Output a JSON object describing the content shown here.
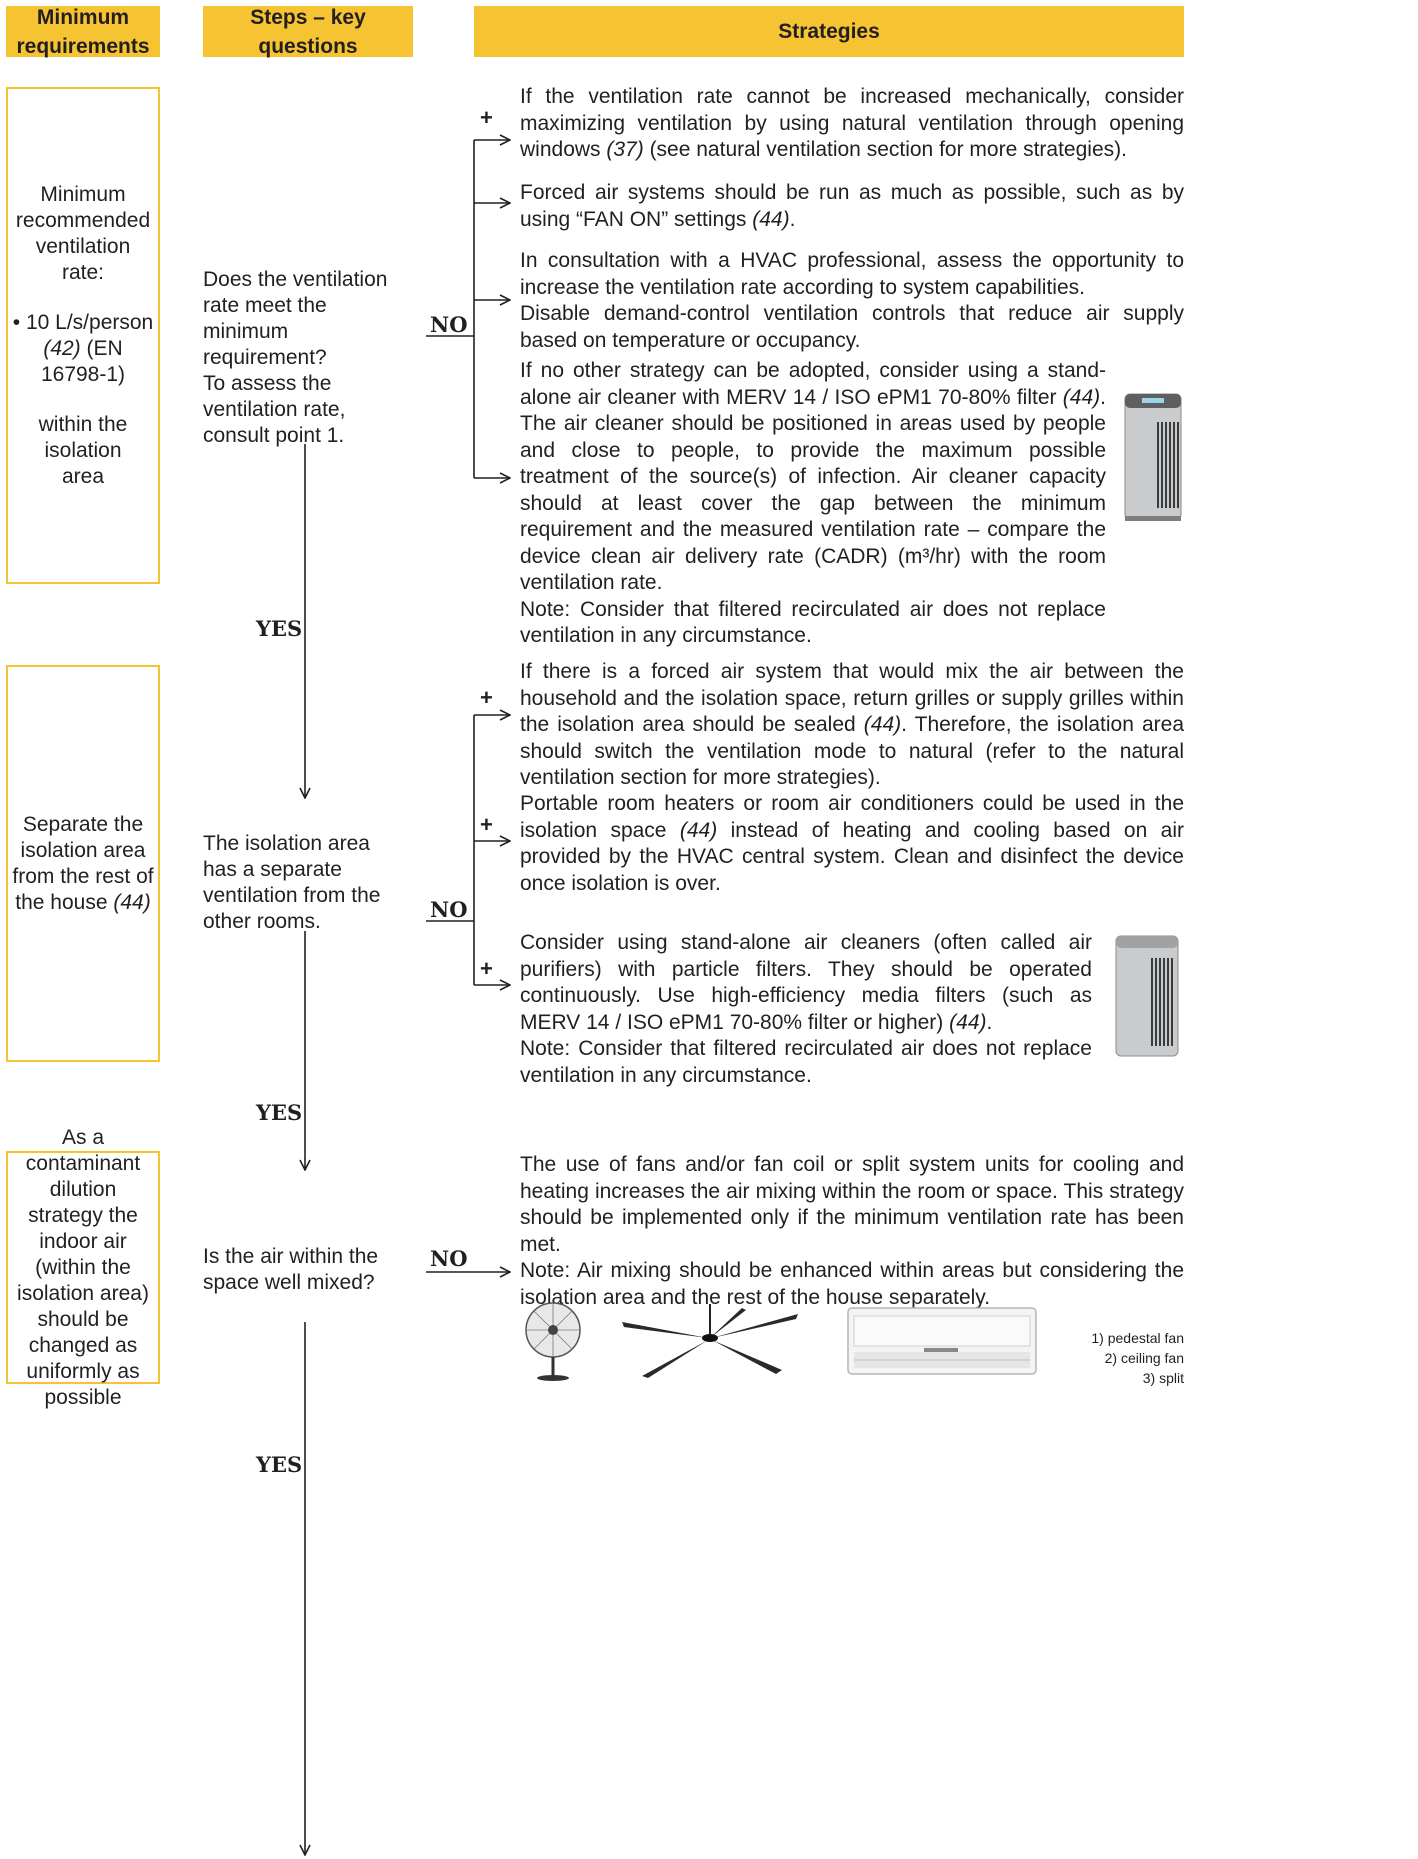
{
  "header": {
    "col1": "Minimum requirements",
    "col2": "Steps – key questions",
    "col3": "Strategies"
  },
  "requirements": {
    "r1_line1": "Minimum recommended ventilation rate:",
    "r1_line2": "• 10 L/s/person",
    "r1_ref": "(42)",
    "r1_line3": " (EN 16798-1)",
    "r1_line4": "within the isolation area",
    "r2_text": "Separate the isolation area from the rest of the house ",
    "r2_ref": "(44)",
    "r3_text": "As a contaminant dilution strategy the indoor air (within the isolation area) should be changed as uniformly as possible"
  },
  "questions": {
    "q1": "Does the ventilation rate meet the minimum requirement?\nTo assess the ventilation rate, consult point 1.",
    "q2": "The isolation area has a separate ventilation from the other rooms.",
    "q3": "Is the air within the space well mixed?"
  },
  "labels": {
    "no": "NO",
    "yes": "YES",
    "plus": "+"
  },
  "strategies": {
    "s1_a": "If the ventilation rate cannot be increased mechanically, consider maximizing ventilation by using natural ventilation through opening windows ",
    "s1_ref": "(37)",
    "s1_b": " (see natural ventilation section for more strategies).",
    "s2_a": "Forced air systems should be run as much as possible, such as by using “FAN ON” settings ",
    "s2_ref": "(44)",
    "s2_b": ".",
    "s3_a": "In consultation with a HVAC professional, assess the opportunity to increase the ventilation rate according to system capabilities.",
    "s3_b": "Disable demand-control ventilation controls that reduce air supply based on temperature or occupancy.",
    "s4_a": "If no other strategy can be adopted, consider using a stand-alone air cleaner with MERV 14 / ISO ePM1 70-80% filter ",
    "s4_ref": "(44)",
    "s4_b": ". The air cleaner should be positioned in areas used by people and close to people, to provide the maximum possible treatment of the source(s) of infection. Air cleaner capacity should at least cover the gap between the minimum requirement and the measured ventilation rate – compare the device clean air delivery rate (CADR) (m³/hr) with the room ventilation rate.",
    "s4_note": "Note: Consider that filtered recirculated air does not replace ventilation in any circumstance.",
    "s5_a": "If there is a forced air system that would mix the air between the household and the isolation space, return grilles or supply grilles within the isolation area should be sealed ",
    "s5_ref": "(44)",
    "s5_b": ". Therefore, the isolation area should switch the ventilation mode to natural (refer to the natural ventilation section for more strategies).",
    "s6_a": "Portable room heaters or room air conditioners could be used in the isolation space ",
    "s6_ref": "(44)",
    "s6_b": " instead of heating and cooling based on air provided by the HVAC central system. Clean and disinfect the device once isolation is over.",
    "s7_a": "Consider using stand-alone air cleaners (often called air purifiers) with particle filters. They should be operated continuously. Use high-efficiency media filters (such as MERV 14 / ISO ePM1 70-80% filter or higher) ",
    "s7_ref": "(44)",
    "s7_b": ".",
    "s7_note": "Note: Consider that filtered recirculated air does not replace ventilation in any circumstance.",
    "s8_a": "The use of fans and/or fan coil or split system units for cooling and heating increases the air mixing within the room or space. This strategy should be implemented only if the minimum ventilation rate has been met.",
    "s8_note": "Note: Air mixing should be enhanced within areas but considering the isolation area and the rest of the house separately."
  },
  "fan_legend": {
    "l1": "1) pedestal fan",
    "l2": "2) ceiling fan",
    "l3": "3) split"
  },
  "colors": {
    "accent": "#f6c333",
    "text": "#231f20"
  }
}
